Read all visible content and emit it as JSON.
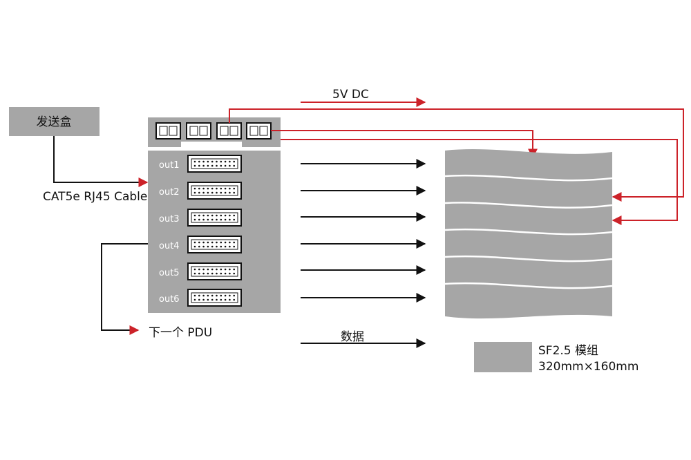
{
  "sender_box": {
    "label": "发送盒"
  },
  "cable_label": "CAT5e RJ45 Cable",
  "power_label": "5V DC",
  "data_label": "数据",
  "next_pdu_label": "下一个 PDU",
  "outputs": [
    "out1",
    "out2",
    "out3",
    "out4",
    "out5",
    "out6"
  ],
  "legend": {
    "line1": "SF2.5 模组",
    "line2": "320mm×160mm"
  },
  "colors": {
    "box_gray": "#a6a6a6",
    "power_red": "#cc2229",
    "data_black": "#111111"
  }
}
